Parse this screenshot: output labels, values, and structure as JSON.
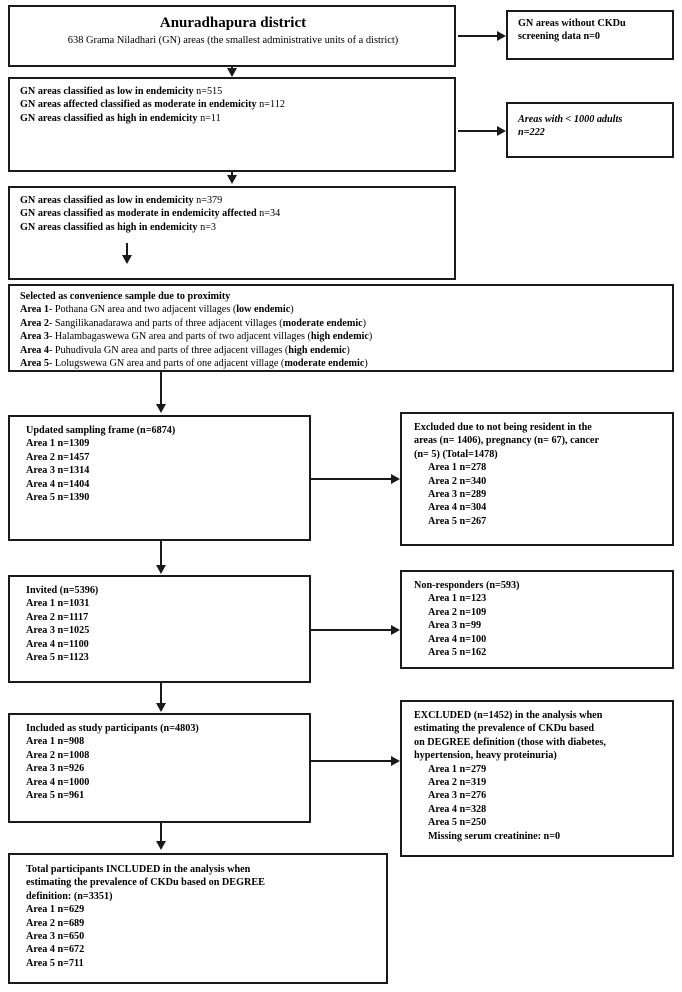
{
  "figure": {
    "type": "flow-diagram",
    "title_box": {
      "heading": "Anuradhapura district",
      "subheading": "638  Grama Niladhari (GN) areas (the smallest administrative units of a district)"
    },
    "box_no_screening": {
      "line1": "GN areas without CKDu",
      "line2": "screening data n=0"
    },
    "box_endemicity_all": {
      "line1_bold": "GN areas classified as low in endemicity",
      "line1_n": " n=515",
      "line2_bold": "GN areas affected classified as moderate in endemicity",
      "line2_n": " n=112",
      "line3_bold": "GN areas classified as high in endemicity",
      "line3_n": " n=11"
    },
    "box_small_areas": {
      "line1": "Areas with < 1000 adults",
      "line2": "n=222"
    },
    "box_endemicity_filtered": {
      "line1_bold": "GN areas classified as low in endemicity",
      "line1_n": " n=379",
      "line2_bold": "GN areas classified as moderate in endemicity affected",
      "line2_n": " n=34",
      "line3_bold": "GN areas classified as high in endemicity",
      "line3_n": " n=3"
    },
    "box_convenience": {
      "heading": "Selected as convenience sample due to proximity",
      "areas": [
        {
          "label": "Area 1",
          "text": "- Pothana GN area and two adjacent villages (",
          "tag": "low endemic",
          "close": ")"
        },
        {
          "label": "Area 2",
          "text": "- Sangilikanadarawa and parts of three adjacent villages (",
          "tag": "moderate endemic",
          "close": ")"
        },
        {
          "label": "Area 3",
          "text": "- Halambagaswewa GN area and parts of two adjacent villages (",
          "tag": "high endemic",
          "close": ")"
        },
        {
          "label": "Area 4",
          "text": "- Puhudivula GN area and parts of three adjacent villages (",
          "tag": "high endemic",
          "close": ")"
        },
        {
          "label": "Area 5",
          "text": "- Lolugswewa GN area and parts of one adjacent village (",
          "tag": "moderate endemic",
          "close": ")"
        }
      ]
    },
    "box_sampling_frame": {
      "heading": "Updated sampling frame (n=6874)",
      "rows": [
        "Area 1 n=1309",
        "Area 2 n=1457",
        "Area 3 n=1314",
        "Area 4 n=1404",
        "Area 5 n=1390"
      ]
    },
    "box_excluded_resident": {
      "head1": "Excluded due to not being resident in the",
      "head2": "areas (n= 1406), pregnancy (n= 67), cancer",
      "head3": "(n= 5) (Total=1478)",
      "rows": [
        "Area 1 n=278",
        "Area 2 n=340",
        "Area 3 n=289",
        "Area 4 n=304",
        "Area 5 n=267"
      ]
    },
    "box_invited": {
      "heading": "Invited (n=5396)",
      "rows": [
        "Area 1 n=1031",
        "Area 2 n=1117",
        "Area 3 n=1025",
        "Area 4 n=1100",
        "Area 5 n=1123"
      ]
    },
    "box_nonresponders": {
      "heading": "Non-responders (n=593)",
      "rows": [
        "Area 1 n=123",
        "Area 2 n=109",
        "Area 3 n=99",
        "Area 4 n=100",
        "Area 5 n=162"
      ]
    },
    "box_included_participants": {
      "heading": "Included as study participants (n=4803)",
      "rows": [
        "Area 1 n=908",
        "Area 2 n=1008",
        "Area 3 n=926",
        "Area 4 n=1000",
        "Area 5 n=961"
      ]
    },
    "box_excluded_degree": {
      "head1": "EXCLUDED (n=1452) in the analysis when",
      "head2": "estimating the prevalence of CKDu based",
      "head3": "on DEGREE definition (those with diabetes,",
      "head4": "hypertension, heavy proteinuria)",
      "rows": [
        "Area 1 n=279",
        "Area 2 n=319",
        "Area 3 n=276",
        "Area 4 n=328",
        "Area 5 n=250"
      ],
      "footer": "Missing serum creatinine: n=0"
    },
    "box_total_included": {
      "head1": "Total participants INCLUDED in the analysis when",
      "head2": "estimating the prevalence of CKDu based on DEGREE",
      "head3": "definition: (n=3351)",
      "rows": [
        "Area 1 n=629",
        "Area 2 n=689",
        "Area 3 n=650",
        "Area 4 n=672",
        "Area 5 n=711"
      ]
    },
    "colors": {
      "stroke": "#1a1a1a",
      "background": "#ffffff",
      "text": "#000000"
    }
  }
}
